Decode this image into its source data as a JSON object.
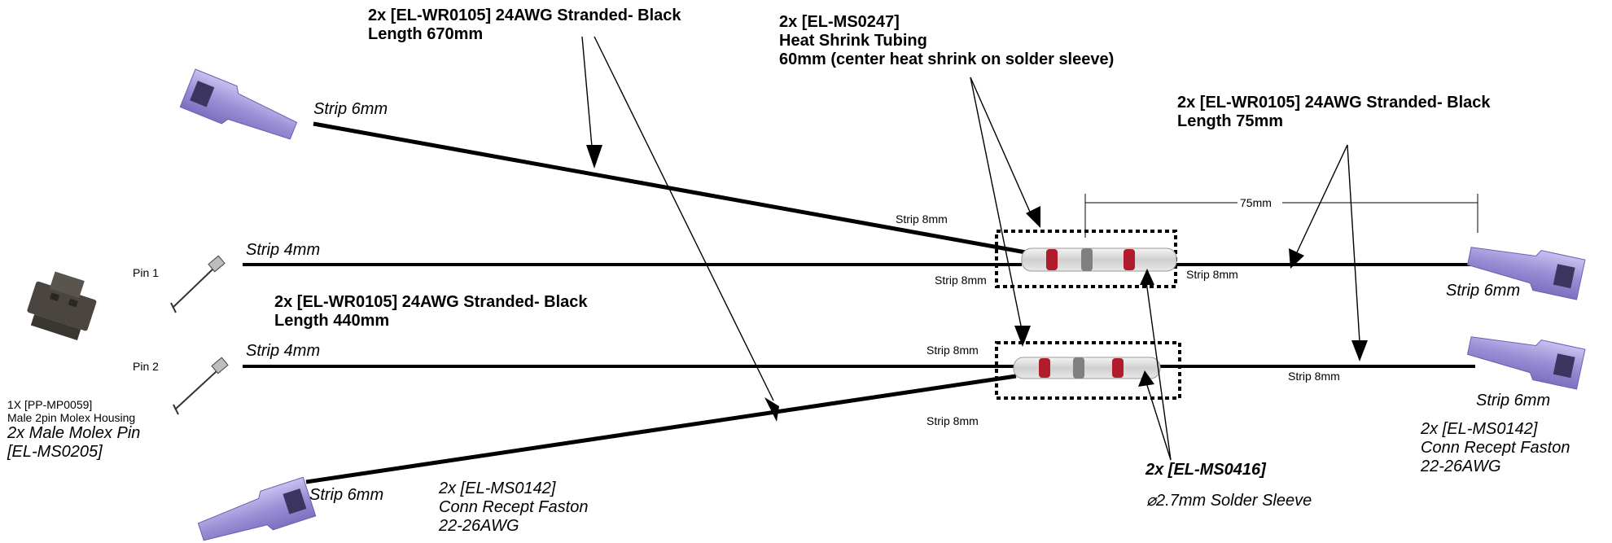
{
  "labels": {
    "top_wire_part": "2x [EL-WR0105] 24AWG Stranded- Black",
    "top_wire_len": "Length 670mm",
    "shrink_part": "2x [EL-MS0247]",
    "shrink_name": "Heat Shrink Tubing",
    "shrink_len": "60mm (center heat shrink on solder sleeve)",
    "right_wire_part": "2x [EL-WR0105] 24AWG Stranded- Black",
    "right_wire_len": "Length 75mm",
    "mid_wire_part": "2x [EL-WR0105] 24AWG Stranded- Black",
    "mid_wire_len": "Length 440mm",
    "strip_6mm": "Strip 6mm",
    "strip_4mm": "Strip 4mm",
    "strip_8mm": "Strip 8mm",
    "dim_75": "75mm",
    "pin1": "Pin 1",
    "pin2": "Pin 2",
    "housing_part": "1X [PP-MP0059]",
    "housing_name": "Male 2pin Molex Housing",
    "pin_part": "2x Male Molex Pin",
    "pin_code": "[EL-MS0205]",
    "faston_part": "2x [EL-MS0142]",
    "faston_name": "Conn Recept Faston",
    "faston_gauge": "22-26AWG",
    "sleeve_part": "2x [EL-MS0416]",
    "sleeve_desc": "⌀2.7mm Solder Sleeve"
  },
  "colors": {
    "wire": "#000000",
    "faston_purple": "#9b8fd6",
    "sleeve_clear": "#d9d9d9",
    "sleeve_red": "#b01c2c",
    "housing": "#4a4540"
  },
  "icons": [
    "faston-connector-icon",
    "molex-pin-icon",
    "molex-housing-icon",
    "solder-sleeve-icon"
  ]
}
